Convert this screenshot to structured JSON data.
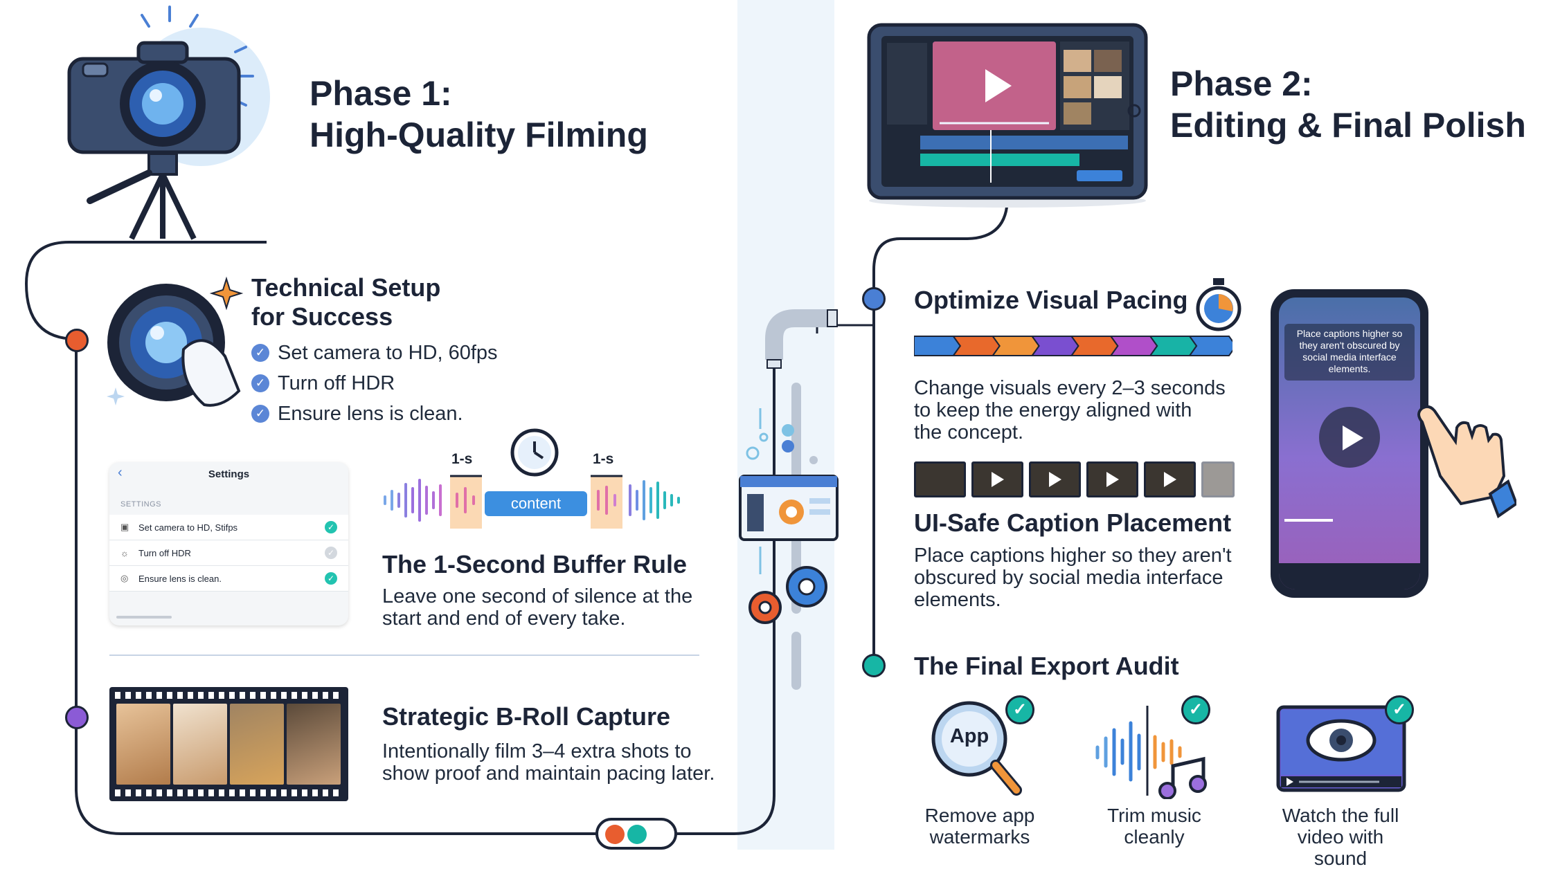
{
  "colors": {
    "navy": "#1c2437",
    "blue": "#4a7fd4",
    "teal": "#17b6a5",
    "orange": "#e85d2f",
    "purple": "#7a4fd0"
  },
  "phase1": {
    "title_line1": "Phase 1:",
    "title_line2": "High-Quality Filming",
    "setup": {
      "title_line1": "Technical Setup",
      "title_line2": "for Success",
      "items": [
        "Set camera to HD, 60fps",
        "Turn off HDR",
        "Ensure lens is clean."
      ]
    },
    "settings_panel": {
      "title": "Settings",
      "section": "SETTINGS",
      "rows": [
        {
          "icon": "camera-icon",
          "label": "Set camera to HD, Stifps",
          "checked": true
        },
        {
          "icon": "sun-icon",
          "label": "Turn off HDR",
          "checked": false
        },
        {
          "icon": "lens-icon",
          "label": "Ensure lens is clean.",
          "checked": true
        }
      ]
    },
    "buffer": {
      "left_label": "1-s",
      "right_label": "1-s",
      "content_label": "content",
      "title": "The 1-Second Buffer Rule",
      "body_line1": "Leave one second of silence at the",
      "body_line2": "start and end of every take."
    },
    "broll": {
      "title": "Strategic B-Roll Capture",
      "body_line1": "Intentionally film 3–4 extra shots to",
      "body_line2": "show proof and maintain pacing later."
    }
  },
  "phase2": {
    "title_line1": "Phase 2:",
    "title_line2": "Editing & Final Polish",
    "pacing": {
      "title": "Optimize Visual Pacing",
      "segment_colors": [
        "#3c82d9",
        "#e8692c",
        "#f0953a",
        "#7a4fd0",
        "#e8692c",
        "#b04fc9",
        "#18b3a6",
        "#3c82d9"
      ],
      "body_line1": "Change visuals every 2–3 seconds",
      "body_line2": "to keep the energy aligned with",
      "body_line3": "the concept."
    },
    "caption": {
      "title": "UI-Safe Caption Placement",
      "body_line1": "Place captions higher so they aren't",
      "body_line2": "obscured by social media interface",
      "body_line3": "elements.",
      "phone_caption": "Place captions higher so they aren't obscured by social media interface elements."
    },
    "audit": {
      "title": "The Final Export Audit",
      "app_badge": "App",
      "items": [
        {
          "line1": "Remove app",
          "line2": "watermarks"
        },
        {
          "line1": "Trim music",
          "line2": "cleanly"
        },
        {
          "line1": "Watch the full",
          "line2": "video with sound"
        }
      ]
    }
  }
}
